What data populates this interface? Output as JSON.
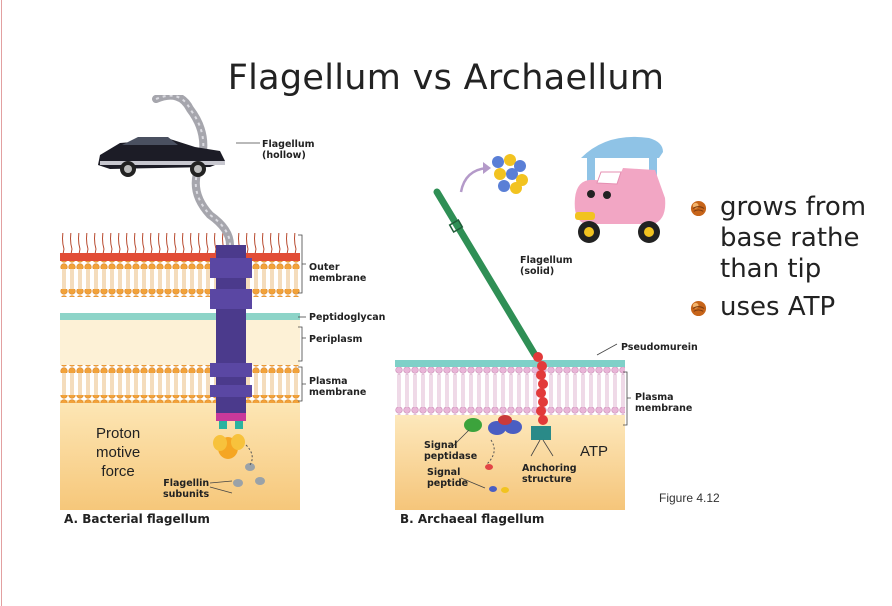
{
  "slide": {
    "title": "Flagellum vs Archaellum",
    "figure_ref": "Figure 4.12",
    "bullets": [
      {
        "icon": "orange-sphere-bullet-icon",
        "text": "grows from base rathe than tip",
        "lines": [
          "grows from",
          "base rathe",
          "than tip"
        ]
      },
      {
        "icon": "orange-sphere-bullet-icon",
        "text": "uses ATP",
        "lines": [
          "uses ATP"
        ]
      }
    ],
    "atp_label": "ATP"
  },
  "panel_a": {
    "caption": "A. Bacterial flagellum",
    "labels": {
      "flagellum": [
        "Flagellum",
        "(hollow)"
      ],
      "outer_membrane": [
        "Outer",
        "membrane"
      ],
      "peptidoglycan": "Peptidoglycan",
      "periplasm": "Periplasm",
      "plasma_membrane": [
        "Plasma",
        "membrane"
      ],
      "proton_motive_force": [
        "Proton",
        "motive",
        "force"
      ],
      "flagellin_subunits": [
        "Flagellin",
        "subunits"
      ]
    }
  },
  "panel_b": {
    "caption": "B. Archaeal flagellum",
    "labels": {
      "flagellum": [
        "Flagellum",
        "(solid)"
      ],
      "pseudomurein": "Pseudomurein",
      "plasma_membrane": [
        "Plasma",
        "membrane"
      ],
      "signal_peptidase": [
        "Signal",
        "peptidase"
      ],
      "signal_peptide": [
        "Signal",
        "peptide"
      ],
      "anchoring_structure": [
        "Anchoring",
        "structure"
      ]
    }
  },
  "colors": {
    "flagellum_motor": "#4b3a8c",
    "outer_membrane_red": "#e8503a",
    "membrane_orange": "#f3b24a",
    "peptidoglycan_teal": "#7fd0c8",
    "archaeal_flagellum_green": "#2f8f55",
    "archaeal_membrane_pink": "#e9b6d8"
  }
}
